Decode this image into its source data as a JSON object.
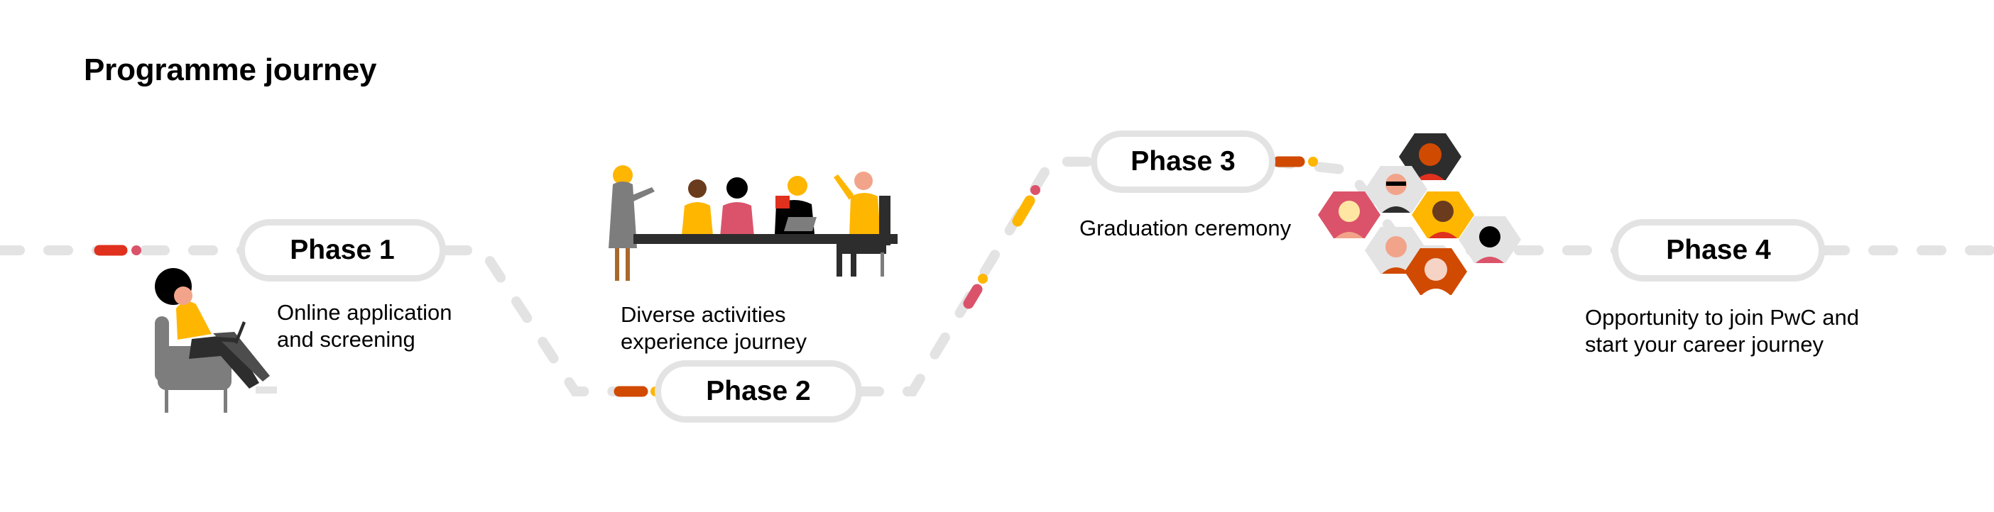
{
  "page": {
    "title": "Programme journey"
  },
  "colors": {
    "track": "#e3e3e3",
    "accent_orange": "#d04a02",
    "accent_red": "#e0301e",
    "accent_rose": "#db536a",
    "accent_yellow": "#ffb600",
    "text": "#000000"
  },
  "phases": [
    {
      "label": "Phase 1",
      "description": [
        "Online application",
        "and screening"
      ],
      "illustration": "person-with-laptop-on-armchair-illustration"
    },
    {
      "label": "Phase 2",
      "description": [
        "Diverse activities",
        "experience journey"
      ],
      "illustration": "team-meeting-at-table-illustration"
    },
    {
      "label": "Phase 3",
      "description": [
        "Graduation ceremony"
      ],
      "illustration": "hexagon-portraits-group-illustration"
    },
    {
      "label": "Phase 4",
      "description": [
        "Opportunity to join PwC and",
        "start your career journey"
      ],
      "illustration": ""
    }
  ]
}
